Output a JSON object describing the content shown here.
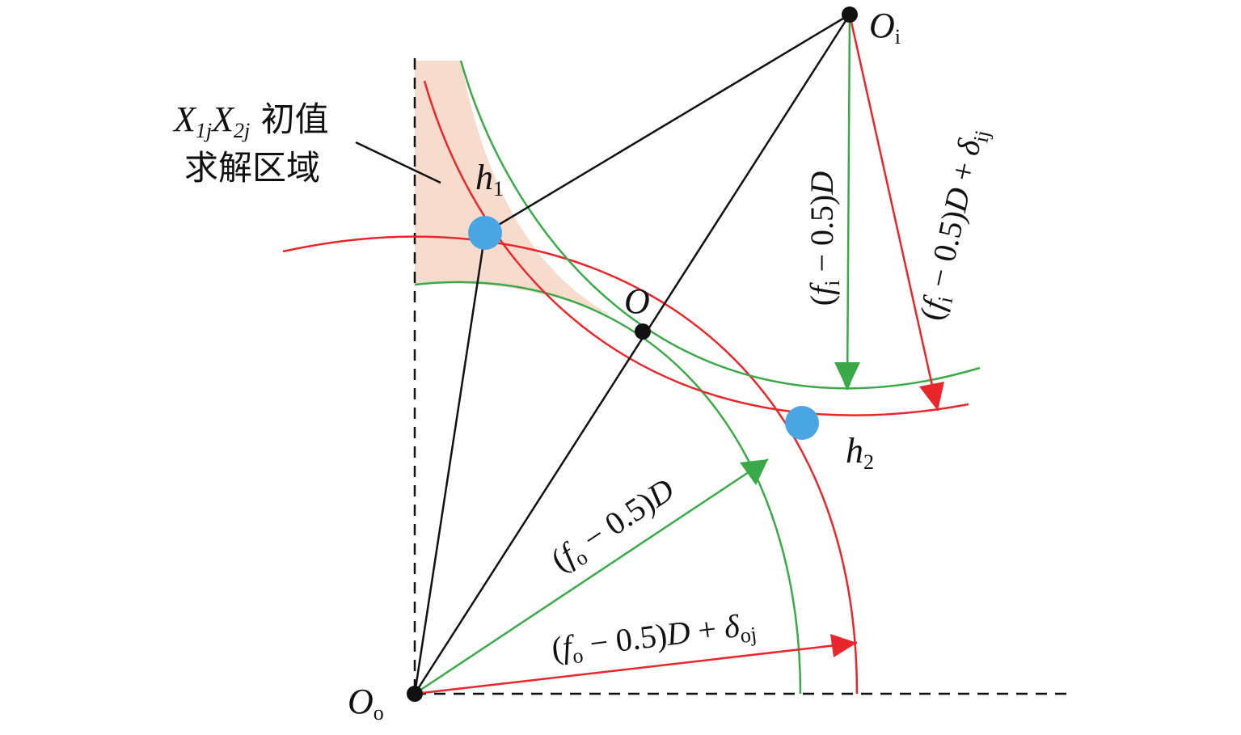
{
  "colors": {
    "red": "#e8262b",
    "green": "#3aaa49",
    "black": "#111111",
    "blue": "#4aa6e2",
    "region": "#f7dccd"
  },
  "points": {
    "Oi": {
      "main": "O",
      "sub": "i"
    },
    "Oo": {
      "main": "O",
      "sub": "o"
    },
    "O": {
      "main": "O"
    },
    "h1": {
      "main": "h",
      "sub": "1"
    },
    "h2": {
      "main": "h",
      "sub": "2"
    }
  },
  "region_label": {
    "x1": "X",
    "x1_sub": "1j",
    "x2": "X",
    "x2_sub": "2j",
    "line1_rest": " 初值",
    "line2": "求解区域"
  },
  "labels": {
    "fi": {
      "open": "(",
      "f": "f",
      "sub": "i",
      "mid": " − 0.5)",
      "D": "D"
    },
    "fi_delta": {
      "open": "(",
      "f": "f",
      "sub": "i",
      "mid": " − 0.5)",
      "D": "D",
      "plus": " + ",
      "delta": "δ",
      "delta_sub": "ij"
    },
    "fo": {
      "open": "(",
      "f": "f",
      "sub": "o",
      "mid": " − 0.5)",
      "D": "D"
    },
    "fo_delta": {
      "open": "(",
      "f": "f",
      "sub": "o",
      "mid": " − 0.5)",
      "D": "D",
      "plus": " + ",
      "delta": "δ",
      "delta_sub": "oj"
    }
  }
}
